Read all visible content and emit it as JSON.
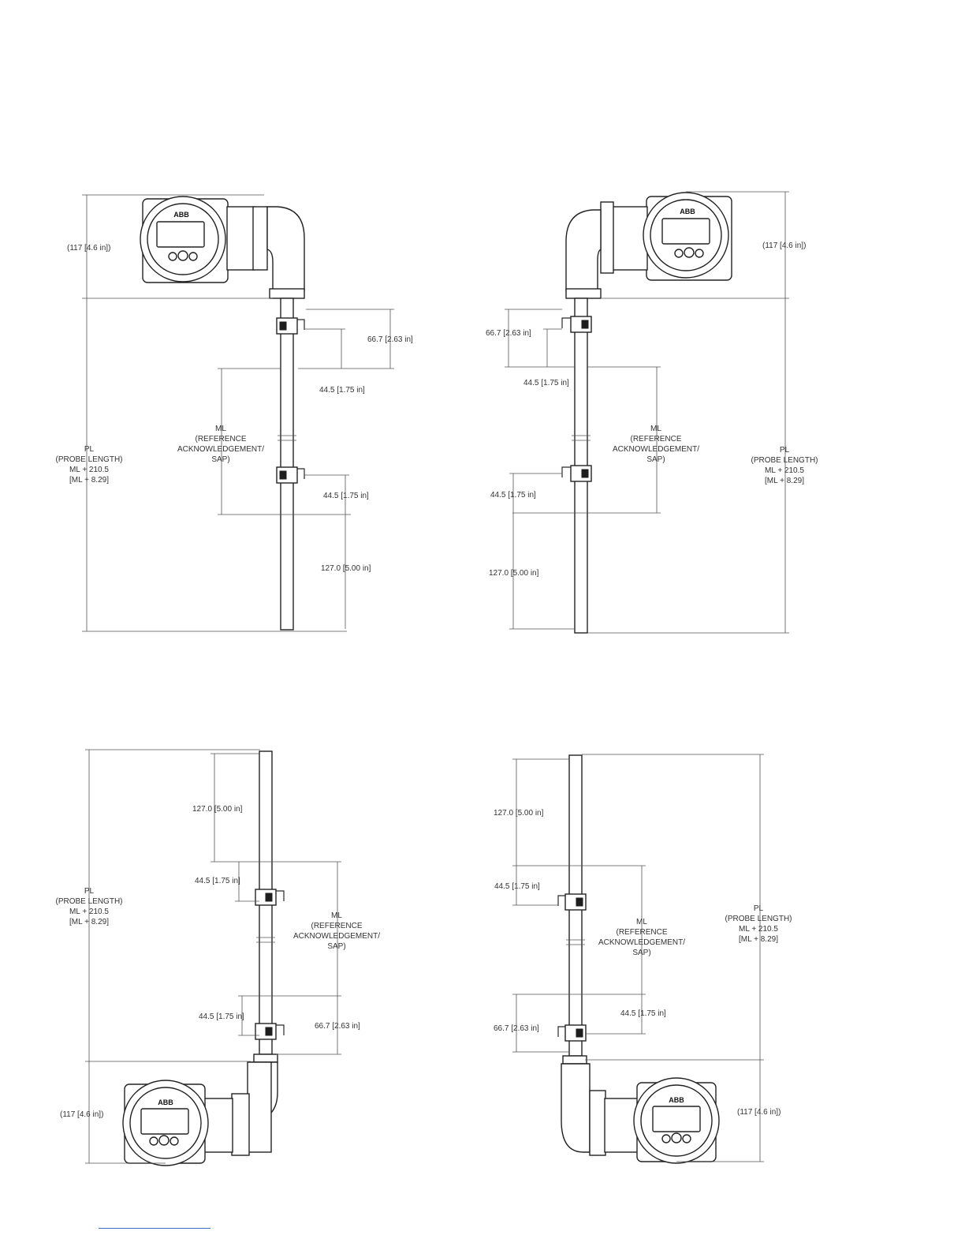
{
  "labels": {
    "dim_head": "(117 [4.6 in])",
    "dim_top": "66.7 [2.63 in]",
    "dim_gap": "44.5 [1.75 in]",
    "dim_tip": "127.0 [5.00 in]",
    "pl": [
      "PL",
      "(PROBE LENGTH)",
      "ML + 210.5",
      "[ML + 8.29]"
    ],
    "ml": [
      "ML",
      "(REFERENCE",
      "ACKNOWLEDGEMENT/",
      "SAP)"
    ],
    "logo": "ABB"
  }
}
